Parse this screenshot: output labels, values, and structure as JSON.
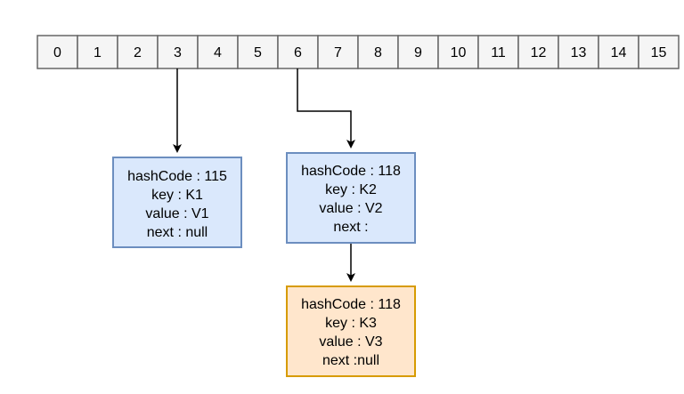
{
  "array": {
    "buckets": [
      "0",
      "1",
      "2",
      "3",
      "4",
      "5",
      "6",
      "7",
      "8",
      "9",
      "10",
      "11",
      "12",
      "13",
      "14",
      "15"
    ]
  },
  "nodes": [
    {
      "id": "node-k1",
      "lines": [
        "hashCode : 115",
        "key : K1",
        "value : V1",
        "next : null"
      ]
    },
    {
      "id": "node-k2",
      "lines": [
        "hashCode : 118",
        "key : K2",
        "value : V2",
        "next :"
      ]
    },
    {
      "id": "node-k3",
      "lines": [
        "hashCode : 118",
        "key : K3",
        "value : V3",
        "next :null"
      ]
    }
  ],
  "colors": {
    "blue_fill": "#dae8fc",
    "blue_stroke": "#6c8ebf",
    "orange_fill": "#ffe6cc",
    "orange_stroke": "#d79b00",
    "bucket_fill": "#f5f5f5",
    "bucket_stroke": "#666666"
  }
}
